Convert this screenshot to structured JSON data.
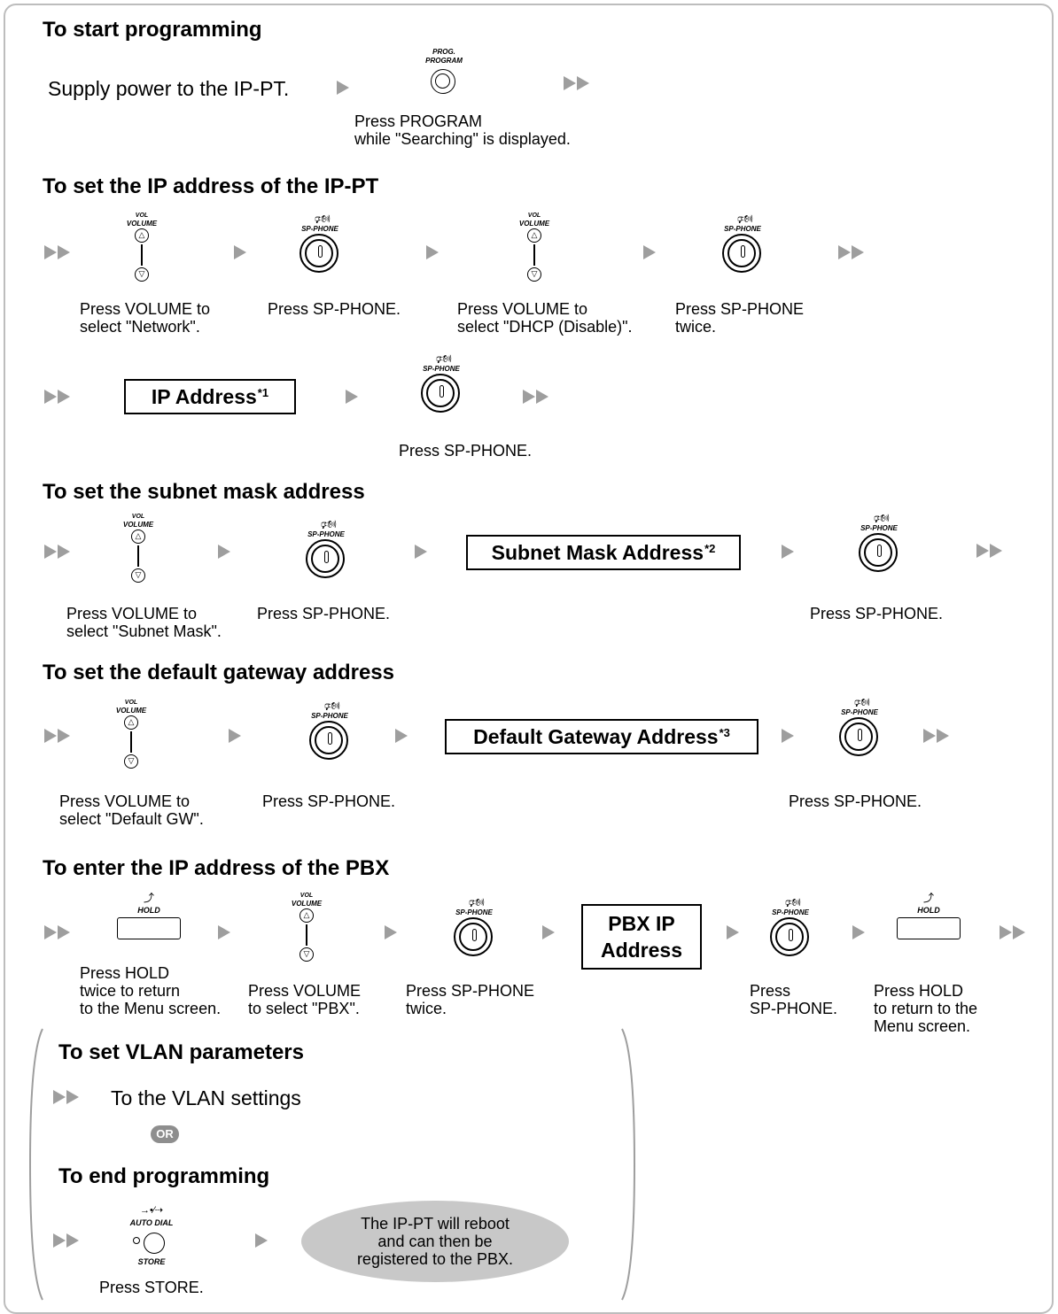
{
  "sections": {
    "start": {
      "heading": "To start programming",
      "supply": "Supply power to the IP-PT.",
      "prog_label1": "PROG.",
      "prog_label2": "PROGRAM",
      "press_program": "Press PROGRAM\nwhile \"Searching\" is displayed."
    },
    "ip": {
      "heading": "To set the IP address of the IP-PT",
      "s1": "Press VOLUME to\nselect \"Network\".",
      "s2": "Press SP-PHONE.",
      "s3": "Press VOLUME to\nselect \"DHCP (Disable)\".",
      "s4": "Press SP-PHONE\ntwice.",
      "box": "IP Address",
      "box_note": "*1",
      "s5": "Press SP-PHONE."
    },
    "subnet": {
      "heading": "To set the subnet mask address",
      "s1": "Press VOLUME to\nselect \"Subnet Mask\".",
      "s2": "Press SP-PHONE.",
      "box": "Subnet Mask Address",
      "box_note": "*2",
      "s3": "Press SP-PHONE."
    },
    "gateway": {
      "heading": "To set the default gateway address",
      "s1": "Press VOLUME to\nselect \"Default GW\".",
      "s2": "Press SP-PHONE.",
      "box": "Default Gateway Address",
      "box_note": "*3",
      "s3": "Press SP-PHONE."
    },
    "pbx": {
      "heading": "To enter the IP address of the PBX",
      "s1": "Press HOLD\ntwice to return\nto the Menu screen.",
      "s2": "Press VOLUME\nto select \"PBX\".",
      "s3": "Press SP-PHONE\ntwice.",
      "box_line1": "PBX IP",
      "box_line2": "Address",
      "s4": "Press\nSP-PHONE.",
      "s5": "Press HOLD\nto return to the\nMenu screen."
    },
    "vlan": {
      "heading": "To set VLAN parameters",
      "text": "To the VLAN settings",
      "or": "OR"
    },
    "end": {
      "heading": "To end programming",
      "autodial": "AUTO DIAL",
      "store": "STORE",
      "press_store": "Press STORE.",
      "reboot": "The IP-PT will reboot\nand can then be\nregistered to the PBX."
    }
  },
  "key_labels": {
    "sp_phone": "SP-PHONE",
    "vol": "VOL",
    "volume": "VOLUME",
    "hold": "HOLD",
    "up": "△",
    "down": "▽"
  },
  "colors": {
    "arrow": "#9e9e9e",
    "frame": "#bdbdbd",
    "bubble": "#c8c8c8"
  }
}
